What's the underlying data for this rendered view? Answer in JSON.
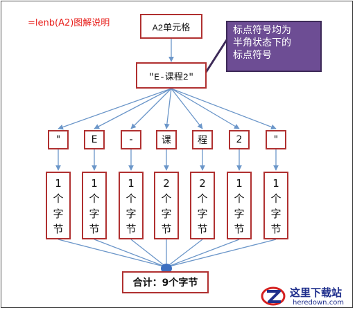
{
  "title": "=lenb(A2)图解说明",
  "cell_ref": "A2单元格",
  "string_value": "\"E-课程2\"",
  "callout_lines": [
    "标点符号均为",
    "半角状态下的",
    "标点符号"
  ],
  "characters": [
    {
      "char": "\"",
      "bytes_chars": [
        "1",
        "个",
        "字",
        "节"
      ]
    },
    {
      "char": "E",
      "bytes_chars": [
        "1",
        "个",
        "字",
        "节"
      ]
    },
    {
      "char": "-",
      "bytes_chars": [
        "1",
        "个",
        "字",
        "节"
      ]
    },
    {
      "char": "课",
      "bytes_chars": [
        "2",
        "个",
        "字",
        "节"
      ]
    },
    {
      "char": "程",
      "bytes_chars": [
        "2",
        "个",
        "字",
        "节"
      ]
    },
    {
      "char": "2",
      "bytes_chars": [
        "1",
        "个",
        "字",
        "节"
      ]
    },
    {
      "char": "\"",
      "bytes_chars": [
        "1",
        "个",
        "字",
        "节"
      ]
    }
  ],
  "total": "合计：9个字节",
  "watermark": {
    "name": "这里下载站",
    "url": "heredown.com"
  },
  "colors": {
    "title": "#e8201c",
    "box_border": "#b03030",
    "connector": "#6b96c9",
    "callout_fill": "#6d4d94",
    "hub": "#3d6fc0"
  }
}
